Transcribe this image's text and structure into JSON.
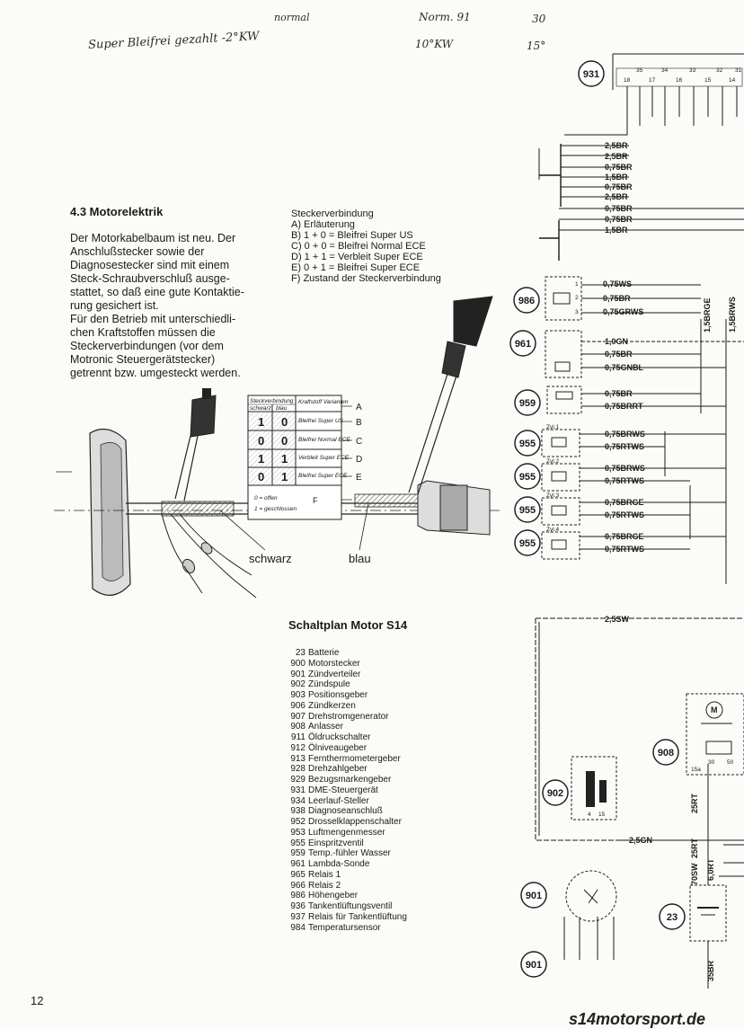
{
  "handwritten_notes": {
    "line1": "Super Bleifrei gezahlt -2°KW",
    "line1_top": "normal",
    "note2_top": "Norm. 91",
    "note2_bottom": "10°KW",
    "note3_top": "30",
    "note3_bottom": "15°"
  },
  "section": {
    "title": "4.3 Motorelektrik",
    "intro": [
      "Der Motorkabelbaum ist neu. Der",
      "Anschlußstecker sowie der",
      "Diagnosestecker sind mit einem",
      "Steck-Schraubverschluß ausge-",
      "stattet, so daß eine gute Kontaktie-",
      "rung gesichert ist.",
      "Für den Betrieb mit unterschiedli-",
      "chen Kraftstoffen müssen die",
      "Steckerverbindungen (vor dem",
      "Motronic Steuergerätstecker)",
      "getrennt bzw. umgesteckt werden."
    ]
  },
  "plug_info": {
    "heading": "Steckerverbindung",
    "items": [
      "A) Erläuterung",
      "B) 1 + 0 = Bleifrei Super US",
      "C) 0 + 0 = Bleifrei Normal ECE",
      "D) 1 + 1 = Verbleit Super ECE",
      "E) 0 + 1 = Bleifrei Super ECE",
      "F) Zustand der Steckerverbindung"
    ]
  },
  "plug_table": {
    "col1_header": "Steckverbindung",
    "col1_sub1": "schwarz",
    "col1_sub2": "blau",
    "col2_header": "Kraftstoff Varianten",
    "rows": [
      {
        "black": "1",
        "blue": "0",
        "fuel": "Bleifrei Super US",
        "letter": "B"
      },
      {
        "black": "0",
        "blue": "0",
        "fuel": "Bleifrei Normal ECE",
        "letter": "C"
      },
      {
        "black": "1",
        "blue": "1",
        "fuel": "Verbleit Super ECE",
        "letter": "D"
      },
      {
        "black": "0",
        "blue": "1",
        "fuel": "Bleifrei Super ECE",
        "letter": "E"
      }
    ],
    "header_letter": "A",
    "footer_open": "0 = offen",
    "footer_closed": "1 = geschlossen",
    "footer_letter": "F"
  },
  "harness_labels": {
    "black": "schwarz",
    "blue": "blau"
  },
  "legend": {
    "title": "Schaltplan Motor S14",
    "items": [
      {
        "code": "23",
        "label": "Batterie"
      },
      {
        "code": "900",
        "label": "Motorstecker"
      },
      {
        "code": "901",
        "label": "Zündverteiler"
      },
      {
        "code": "902",
        "label": "Zündspule"
      },
      {
        "code": "903",
        "label": "Positionsgeber"
      },
      {
        "code": "906",
        "label": "Zündkerzen"
      },
      {
        "code": "907",
        "label": "Drehstromgenerator"
      },
      {
        "code": "908",
        "label": "Anlasser"
      },
      {
        "code": "911",
        "label": "Öldruckschalter"
      },
      {
        "code": "912",
        "label": "Ölniveaugeber"
      },
      {
        "code": "913",
        "label": "Fernthermometergeber"
      },
      {
        "code": "928",
        "label": "Drehzahlgeber"
      },
      {
        "code": "929",
        "label": "Bezugsmarkengeber"
      },
      {
        "code": "931",
        "label": "DME-Steuergerät"
      },
      {
        "code": "934",
        "label": "Leerlauf-Steller"
      },
      {
        "code": "938",
        "label": "Diagnoseanschluß"
      },
      {
        "code": "952",
        "label": "Drosselklappenschalter"
      },
      {
        "code": "953",
        "label": "Luftmengenmesser"
      },
      {
        "code": "955",
        "label": "Einspritzventil"
      },
      {
        "code": "959",
        "label": "Temp.-fühler Wasser"
      },
      {
        "code": "961",
        "label": "Lambda-Sonde"
      },
      {
        "code": "965",
        "label": "Relais 1"
      },
      {
        "code": "966",
        "label": "Relais 2"
      },
      {
        "code": "986",
        "label": "Höhengeber"
      },
      {
        "code": "936",
        "label": "Tankentlüftungsventil"
      },
      {
        "code": "937",
        "label": "Relais für Tankentlüftung"
      },
      {
        "code": "984",
        "label": "Temperatursensor"
      }
    ]
  },
  "schematic": {
    "callouts": {
      "ecu": "931",
      "altitude_sensor": "986",
      "lambda": "961",
      "water_temp": "959",
      "injector_1": "955",
      "injector_2": "955",
      "injector_3": "955",
      "injector_4": "955",
      "starter": "908",
      "coil": "902",
      "distributor": "901",
      "distributor_lower": "901",
      "battery": "23"
    },
    "ecu_pins": [
      "18",
      "35",
      "17",
      "34",
      "16",
      "33",
      "15",
      "32",
      "14",
      "31"
    ],
    "ground_wires": [
      "2,5BR",
      "2,5BR",
      "0,75BR",
      "1,5BR",
      "0,75BR",
      "2,5BR",
      "0,75BR",
      "0,75BR",
      "1,5BR"
    ],
    "altitude_wires": [
      "0,75WS",
      "0,75BR",
      "0,75GRWS"
    ],
    "lambda_wires": [
      "1,0GN",
      "0,75BR",
      "0,75GNBL"
    ],
    "water_temp_wires": [
      "0,75BR",
      "0,75BRRT"
    ],
    "injectors": [
      {
        "cyl": "Zyl.1",
        "wires": [
          "0,75BRWS",
          "0,75RTWS"
        ]
      },
      {
        "cyl": "Zyl.2",
        "wires": [
          "0,75BRWS",
          "0,75RTWS"
        ]
      },
      {
        "cyl": "Zyl.3",
        "wires": [
          "0,75BRGE",
          "0,75RTWS"
        ]
      },
      {
        "cyl": "Zyl.4",
        "wires": [
          "0,75BRGE",
          "0,75RTWS"
        ]
      }
    ],
    "vertical_labels": [
      "1,5BRGE",
      "1,5BRWS"
    ],
    "ground_main": "2,5SW",
    "coil_wire": "2,5GN",
    "starter_wires": [
      "25RT",
      "25RT",
      "70SW",
      "6,0RT",
      "35BR"
    ],
    "starter_terminals": [
      "15a",
      "30",
      "50"
    ],
    "motor_symbol": "M",
    "coil_pins": [
      "4",
      "15"
    ],
    "altitude_pins": [
      "1",
      "2",
      "3"
    ]
  },
  "page_number": "12",
  "watermark": "s14motorsport.de"
}
